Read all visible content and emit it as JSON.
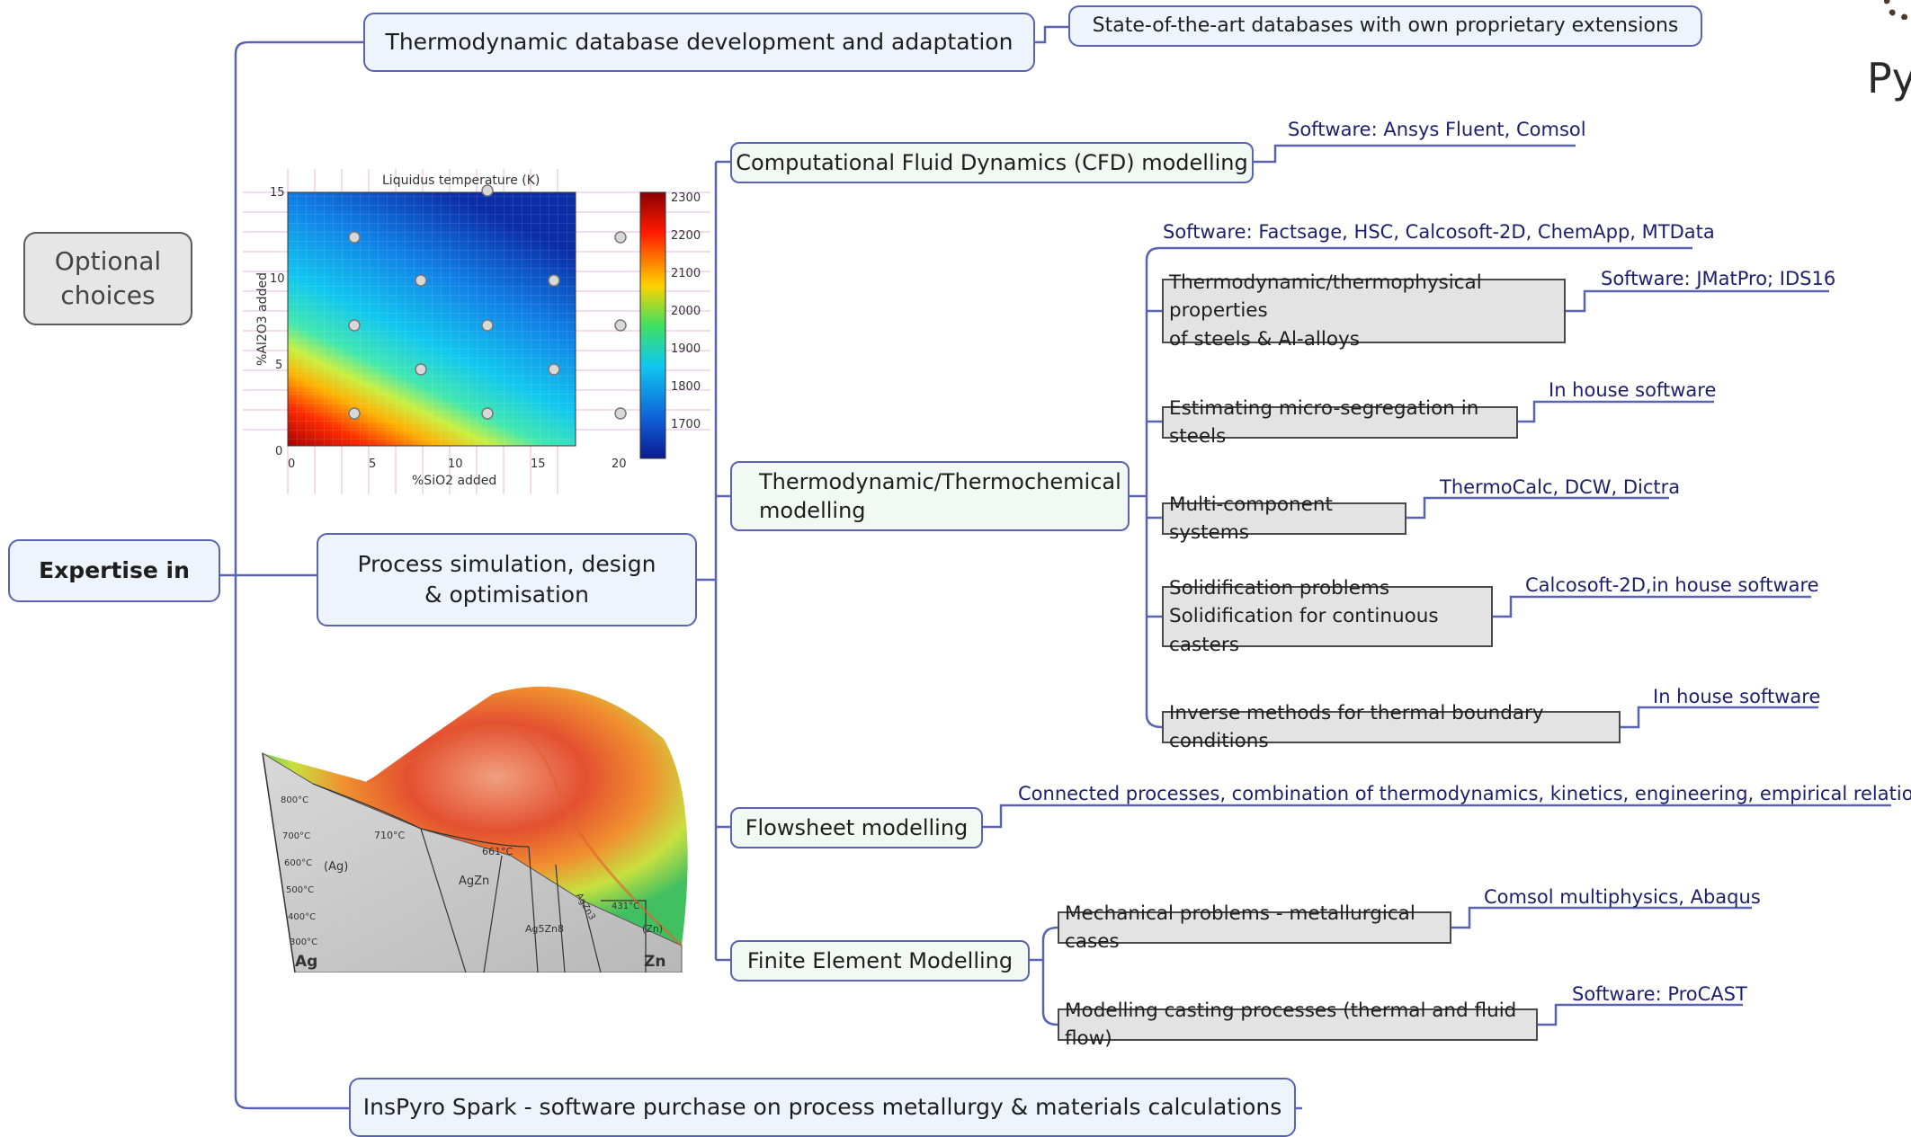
{
  "mindmap": {
    "root": "Expertise in",
    "optional": "Optional\nchoices",
    "branches": {
      "database": "Thermodynamic database development and adaptation",
      "database_note": "State-of-the-art databases with own proprietary extensions",
      "process": "Process simulation, design\n& optimisation",
      "spark": "InsPyro Spark - software purchase on process metallurgy & materials calculations"
    },
    "cfd": {
      "label": "Computational Fluid Dynamics (CFD) modelling",
      "note": "Software: Ansys Fluent, Comsol"
    },
    "thermo": {
      "label": "Thermodynamic/Thermochemical\nmodelling",
      "note": "Software: Factsage, HSC, Calcosoft-2D, ChemApp, MTData",
      "items": [
        {
          "label": "Thermodynamic/thermophysical properties\nof steels & Al-alloys",
          "note": "Software: JMatPro; IDS16"
        },
        {
          "label": "Estimating micro-segregation in steels",
          "note": "In house software"
        },
        {
          "label": "Multi-component systems",
          "note": "ThermoCalc, DCW, Dictra"
        },
        {
          "label": "Solidification problems\nSolidification for continuous casters",
          "note": "Calcosoft-2D,in house software"
        },
        {
          "label": "Inverse methods for thermal boundary conditions",
          "note": "In house software"
        }
      ]
    },
    "flowsheet": {
      "label": "Flowsheet modelling",
      "note": "Connected processes, combination of thermodynamics, kinetics, engineering, empirical relations"
    },
    "fem": {
      "label": "Finite Element Modelling",
      "items": [
        {
          "label": "Mechanical problems - metallurgical cases",
          "note": "Comsol multiphysics, Abaqus"
        },
        {
          "label": "Modelling casting processes (thermal and fluid flow)",
          "note": "Software: ProCAST"
        }
      ]
    }
  },
  "logo_text": "Py",
  "heatmap": {
    "title": "Liquidus temperature (K)",
    "xlabel": "%SiO2 added",
    "ylabel": "%Al2O3 added",
    "x_ticks": [
      "0",
      "5",
      "10",
      "15",
      "20"
    ],
    "y_ticks": [
      "15",
      "10",
      "5",
      "0"
    ],
    "colorbar_ticks": [
      "2300",
      "2200",
      "2100",
      "2000",
      "1900",
      "1800",
      "1700"
    ],
    "colors": {
      "low": "#0b2ea8",
      "mid": "#14c8e0",
      "high": "#d40000"
    }
  },
  "phase_diagram": {
    "element_left": "Ag",
    "element_right": "Zn",
    "phase_labels": [
      "(Ag)",
      "AgZn",
      "Ag5Zn8",
      "AgZn3",
      "(Zn)"
    ],
    "temperature_labels": [
      "800°C",
      "700°C",
      "600°C",
      "500°C",
      "400°C",
      "300°C",
      "710°C",
      "661°C",
      "431°C"
    ]
  },
  "colors": {
    "connector": "#5a62b2",
    "note_text": "#1e1e6e"
  }
}
